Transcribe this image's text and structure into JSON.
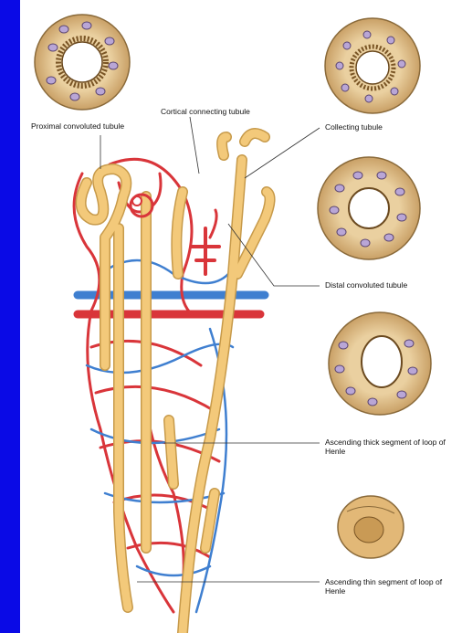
{
  "colors": {
    "background": "#0a0ae6",
    "panel": "#ffffff",
    "tubule": "#f3c97a",
    "tubule_outline": "#c79a4a",
    "artery": "#d9353a",
    "vein": "#3f7fd0",
    "nucleus": "#b9a6d6",
    "cytoplasm": "#e7c690"
  },
  "labels": {
    "proximal": "Proximal convoluted tubule",
    "cortical": "Cortical connecting tubule",
    "collecting": "Collecting tubule",
    "distal": "Distal convoluted tubule",
    "thick": "Ascending thick segment of loop of Henle",
    "thin": "Ascending thin segment of loop of Henle"
  }
}
